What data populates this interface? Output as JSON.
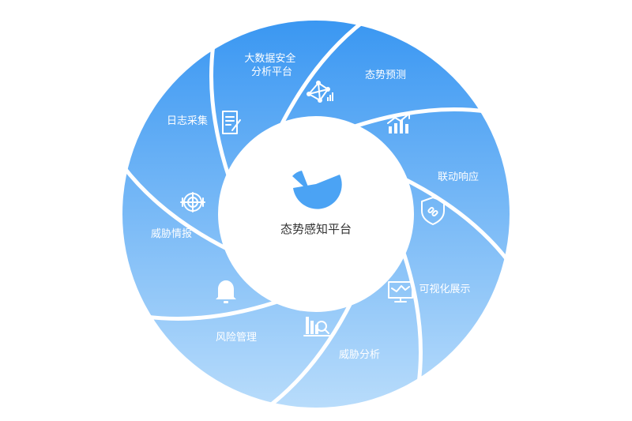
{
  "center": {
    "title": "态势感知平台",
    "icon": "pie-chart-icon"
  },
  "colors": {
    "top": "#3a97f2",
    "bottom": "#b8dcfb",
    "divider": "#ffffff",
    "center_icon": "#4ba3f4",
    "center_text": "#333333"
  },
  "segments": [
    {
      "label_lines": [
        "大数据安全",
        "分析平台"
      ],
      "icon": "network-graph-icon"
    },
    {
      "label_lines": [
        "态势预测"
      ],
      "icon": "trend-chart-icon"
    },
    {
      "label_lines": [
        "联动响应"
      ],
      "icon": "shield-link-icon"
    },
    {
      "label_lines": [
        "可视化展示"
      ],
      "icon": "monitor-chart-icon"
    },
    {
      "label_lines": [
        "威胁分析"
      ],
      "icon": "bar-magnifier-icon"
    },
    {
      "label_lines": [
        "风险管理"
      ],
      "icon": "bell-icon"
    },
    {
      "label_lines": [
        "威胁情报"
      ],
      "icon": "globe-icon"
    },
    {
      "label_lines": [
        "日志采集"
      ],
      "icon": "document-edit-icon"
    }
  ]
}
